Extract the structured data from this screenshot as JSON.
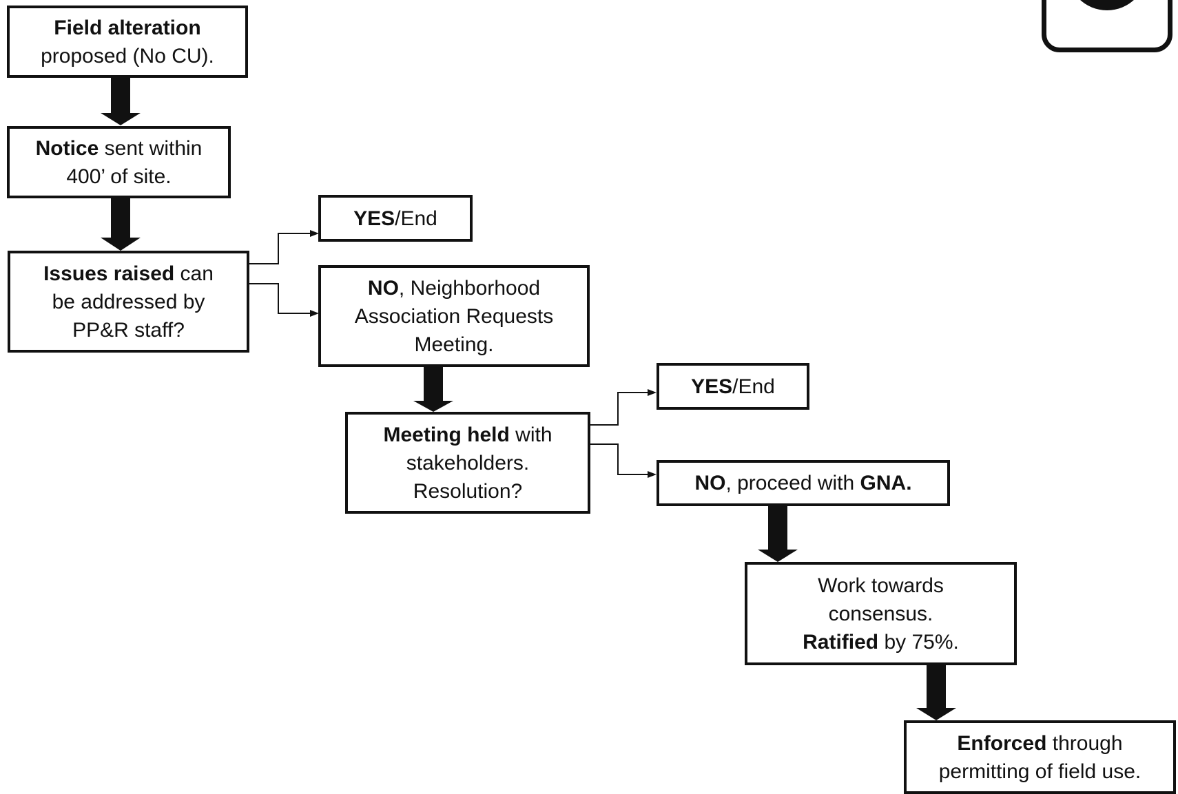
{
  "nodes": {
    "field_alteration": {
      "bold": "Field alteration",
      "text": "proposed (No CU)."
    },
    "notice": {
      "bold": "Notice",
      "text_1": " sent within",
      "text_2": "400’ of site."
    },
    "issues": {
      "bold": "Issues raised",
      "text_1": " can",
      "text_2": "be addressed by",
      "text_3": "PP&R staff?"
    },
    "yes_end_1": {
      "bold": "YES",
      "text": "/End"
    },
    "no_neighborhood": {
      "bold": "NO",
      "text_1": ", Neighborhood",
      "text_2": "Association Requests",
      "text_3": "Meeting."
    },
    "meeting": {
      "bold": "Meeting held",
      "text_1": " with",
      "text_2": "stakeholders.",
      "text_3": "Resolution?"
    },
    "yes_end_2": {
      "bold": "YES",
      "text": "/End"
    },
    "no_gna": {
      "bold_1": "NO",
      "text": ", proceed with ",
      "bold_2": "GNA."
    },
    "consensus": {
      "text_1": "Work towards",
      "text_2": "consensus.",
      "bold": "Ratified",
      "text_3": " by 75%."
    },
    "enforced": {
      "bold": "Enforced",
      "text_1": " through",
      "text_2": "permitting of field use."
    }
  },
  "colors": {
    "ink": "#111111",
    "background": "#ffffff"
  },
  "icons": {
    "corner_logo": "concentric-circles-logo-icon"
  }
}
